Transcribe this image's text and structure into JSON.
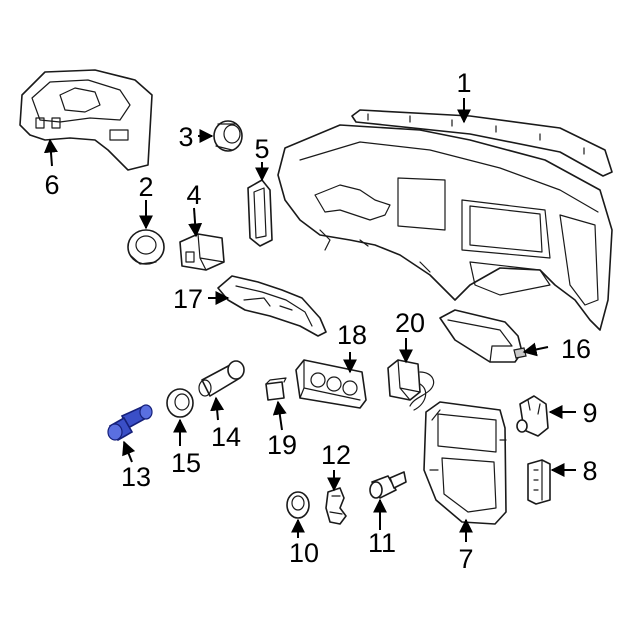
{
  "diagram": {
    "highlight_color": "#3a4fc7",
    "highlighted_part": "13",
    "callouts": [
      {
        "id": "c1",
        "label": "1"
      },
      {
        "id": "c2",
        "label": "2"
      },
      {
        "id": "c3",
        "label": "3"
      },
      {
        "id": "c4",
        "label": "4"
      },
      {
        "id": "c5",
        "label": "5"
      },
      {
        "id": "c6",
        "label": "6"
      },
      {
        "id": "c7",
        "label": "7"
      },
      {
        "id": "c8",
        "label": "8"
      },
      {
        "id": "c9",
        "label": "9"
      },
      {
        "id": "c10",
        "label": "10"
      },
      {
        "id": "c11",
        "label": "11"
      },
      {
        "id": "c12",
        "label": "12"
      },
      {
        "id": "c13",
        "label": "13"
      },
      {
        "id": "c14",
        "label": "14"
      },
      {
        "id": "c15",
        "label": "15"
      },
      {
        "id": "c16",
        "label": "16"
      },
      {
        "id": "c17",
        "label": "17"
      },
      {
        "id": "c18",
        "label": "18"
      },
      {
        "id": "c19",
        "label": "19"
      },
      {
        "id": "c20",
        "label": "20"
      }
    ]
  }
}
